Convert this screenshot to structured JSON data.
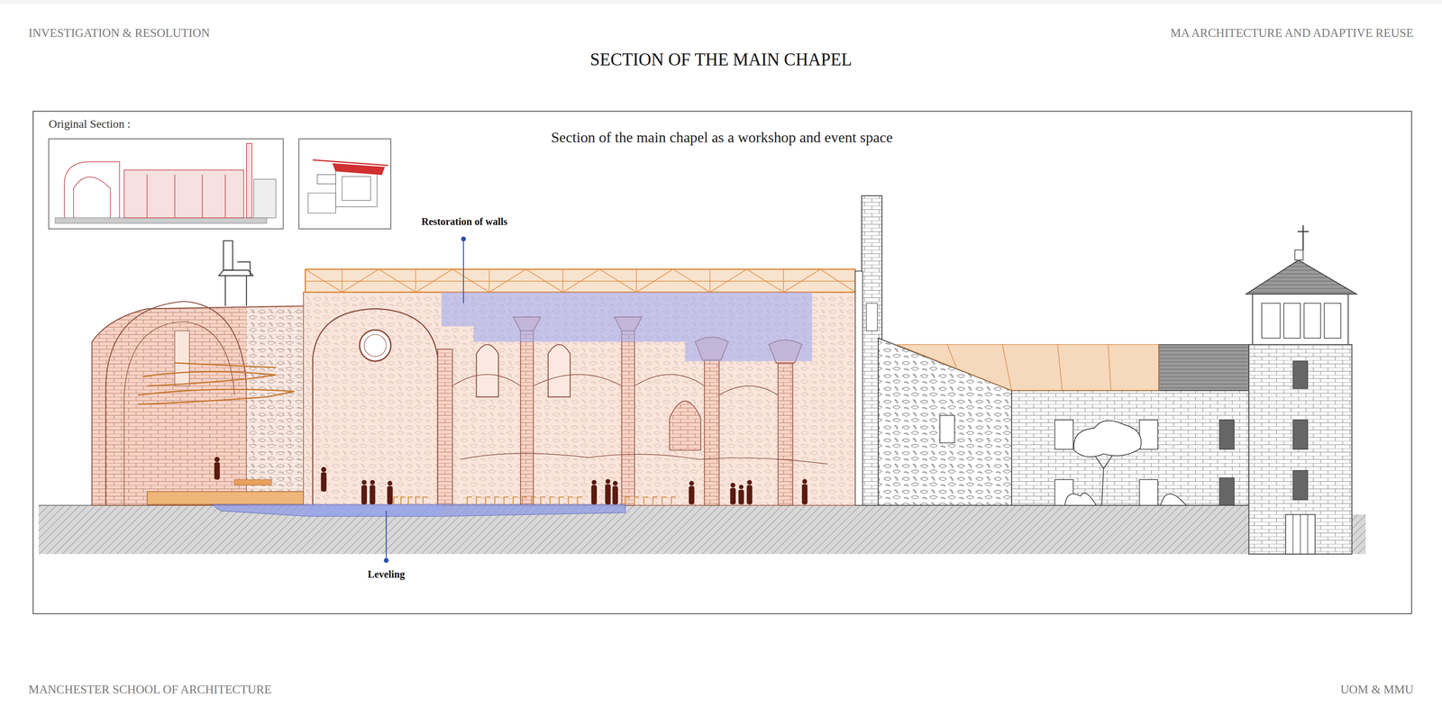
{
  "diagram": {
    "title": "SECTION OF THE MAIN CHAPEL",
    "labels": [
      "INVESTIGATION & RESOLUTION",
      "MA ARCHITECTURE AND ADAPTIVE REUSE",
      "Original Section :",
      "Section of the main chapel as a workshop and event space",
      "Restoration of walls",
      "Leveling",
      "MANCHESTER SCHOOL OF ARCHITECTURE",
      "UOM & MMU"
    ]
  }
}
